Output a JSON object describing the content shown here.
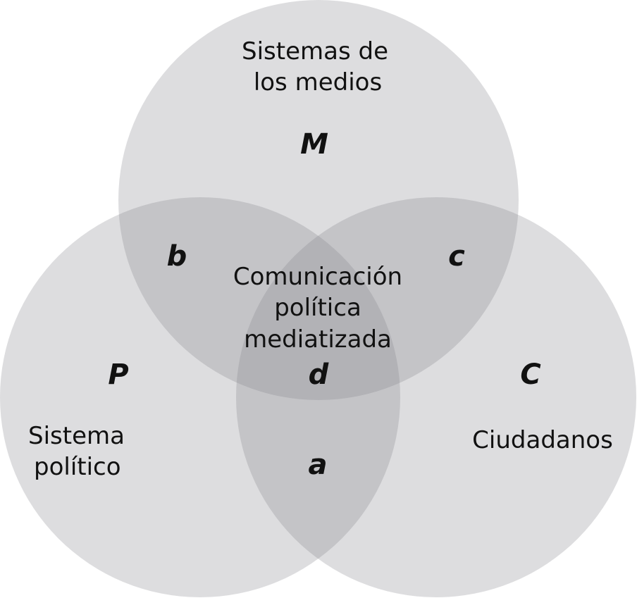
{
  "sets": {
    "media": {
      "letter": "M",
      "label_line1": "Sistemas de",
      "label_line2": "los medios"
    },
    "political": {
      "letter": "P",
      "label_line1": "Sistema",
      "label_line2": "político"
    },
    "citizens": {
      "letter": "C",
      "label": "Ciudadanos"
    }
  },
  "intersections": {
    "media_political": "b",
    "media_citizens": "c",
    "political_citizens": "a",
    "all_three": "d"
  },
  "center": {
    "line1": "Comunicación",
    "line2": "política",
    "line3": "mediatizada"
  },
  "colors": {
    "circle_fill": "#808288",
    "text": "#111111",
    "background": "#ffffff"
  }
}
